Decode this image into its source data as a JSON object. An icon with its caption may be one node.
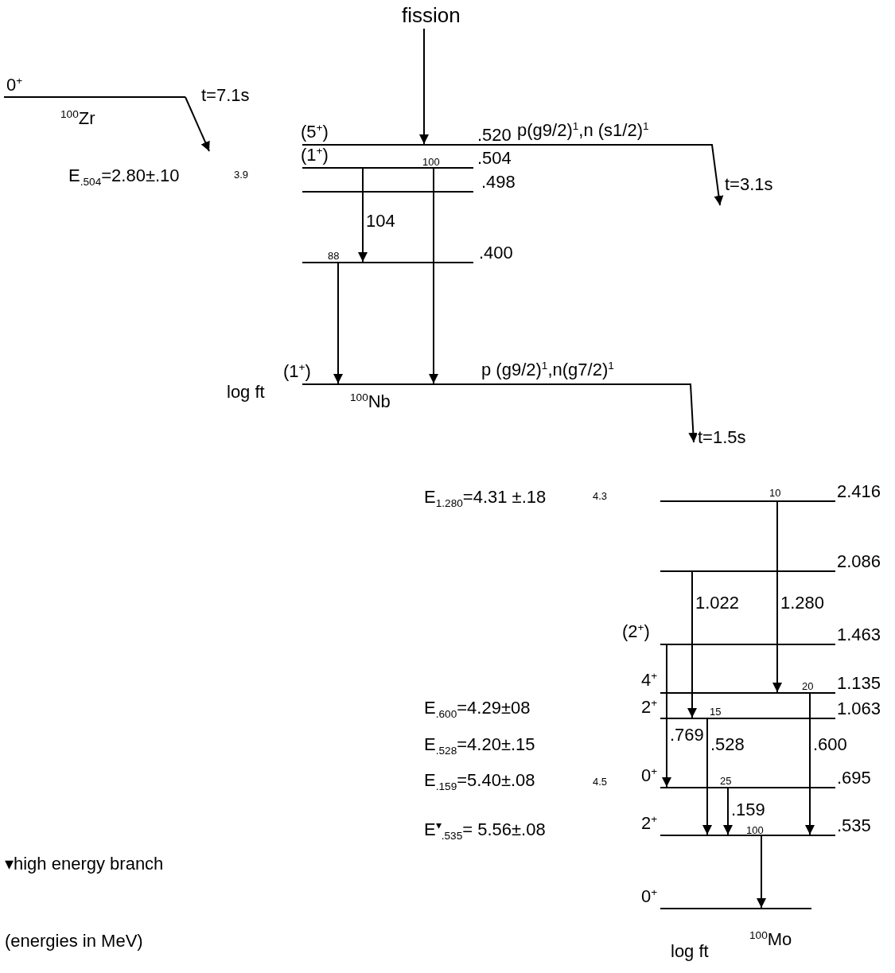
{
  "diagram": {
    "nodes": [
      {
        "text": [
          "fission"
        ]
      },
      {
        "text": [
          "0$^{+}$"
        ]
      },
      {
        "text": [
          "(5$^{+}$)",
          ".520",
          "p(g9/2)$^{1}$,n (s1/2)$^{1}$"
        ]
      },
      {
        "text": [
          "(1$^{+}$)",
          ".504"
        ]
      },
      {
        "text": [
          ".498"
        ]
      },
      {
        "text": [
          ".400"
        ]
      },
      {
        "text": [
          "(1$^{+}$)",
          "p (g9/2)$^{1}$,n(g7/2)$^{1}$"
        ]
      },
      {
        "text": [
          "2.416"
        ]
      },
      {
        "text": [
          "2.086"
        ]
      },
      {
        "text": [
          "(2$^{+}$)",
          "1.463"
        ]
      },
      {
        "text": [
          "4$^{+}$",
          "1.135"
        ]
      },
      {
        "text": [
          "2$^{+}$",
          "1.063"
        ]
      },
      {
        "text": [
          "0$^{+}$",
          ".695"
        ]
      },
      {
        "text": [
          "2$^{+}$",
          ".535"
        ]
      },
      {
        "text": [
          "0$^{+}$"
        ]
      }
    ],
    "edges": [
      {
        "from": 0,
        "to": 2,
        "arrow": "to"
      },
      {
        "from": 1,
        "to": null,
        "arrow": "to",
        "label": "t=7.1s"
      },
      {
        "from": 2,
        "to": null,
        "arrow": "to",
        "label": "t=3.1s"
      },
      {
        "from": 3,
        "to": 5,
        "arrow": "to",
        "label": "104"
      },
      {
        "from": 3,
        "to": 6,
        "arrow": "to"
      },
      {
        "from": 5,
        "to": 6,
        "arrow": "to"
      },
      {
        "from": 6,
        "to": null,
        "arrow": "to",
        "label": "t=1.5s"
      },
      {
        "from": 7,
        "to": 10,
        "arrow": "to",
        "label": "1.280"
      },
      {
        "from": 8,
        "to": 11,
        "arrow": "to",
        "label": "1.022"
      },
      {
        "from": 9,
        "to": 12,
        "arrow": "to",
        "label": ".769"
      },
      {
        "from": 11,
        "to": 13,
        "arrow": "to",
        "label": ".528"
      },
      {
        "from": 10,
        "to": 13,
        "arrow": "to",
        "label": ".600"
      },
      {
        "from": 12,
        "to": 13,
        "arrow": "to",
        "label": ".159"
      },
      {
        "from": 13,
        "to": 14,
        "arrow": "to"
      }
    ],
    "labels": [
      "$^{100}$Zr",
      "E$_{.504}$=2.80±.10",
      "3.9",
      "100",
      "88",
      "log ft",
      "$^{100}$Nb",
      "E$_{1.280}$=4.31 ±.18",
      "4.3",
      "10",
      "20",
      "E$_{.600}$=4.29±08",
      "15",
      "E$_{.528}$=4.20±.15",
      "E$_{.159}$=5.40±.08",
      "4.5",
      "25",
      "E$^{▾}$$_{.535}$= 5.56±.08",
      "100",
      "▾high energy branch",
      "log ft",
      "$^{100}$Mo",
      "(energies in MeV)"
    ]
  }
}
